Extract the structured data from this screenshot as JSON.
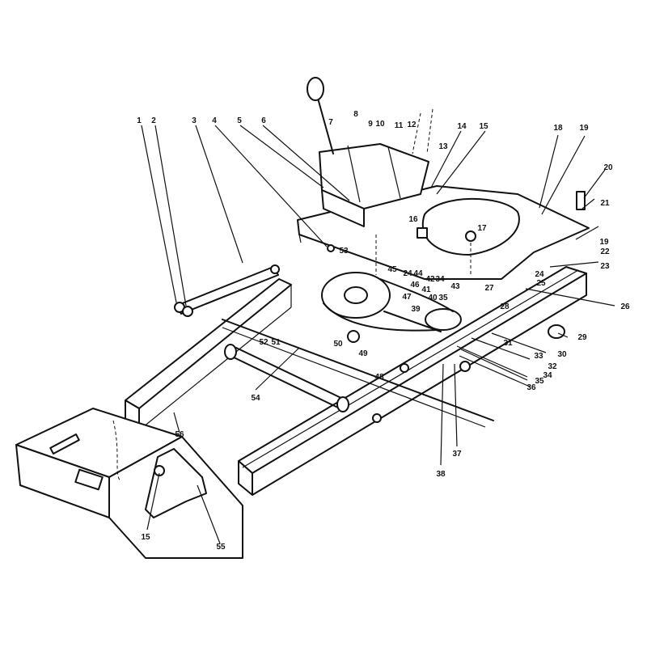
{
  "callouts": [
    {
      "id": "c1",
      "text": "1"
    },
    {
      "id": "c2",
      "text": "2"
    },
    {
      "id": "c3",
      "text": "3"
    },
    {
      "id": "c4",
      "text": "4"
    },
    {
      "id": "c5",
      "text": "5"
    },
    {
      "id": "c6",
      "text": "6"
    },
    {
      "id": "c7",
      "text": "7"
    },
    {
      "id": "c8",
      "text": "8"
    },
    {
      "id": "c9",
      "text": "9"
    },
    {
      "id": "c10",
      "text": "10"
    },
    {
      "id": "c11",
      "text": "11"
    },
    {
      "id": "c12",
      "text": "12"
    },
    {
      "id": "c13",
      "text": "13"
    },
    {
      "id": "c14",
      "text": "14"
    },
    {
      "id": "c15a",
      "text": "15"
    },
    {
      "id": "c15b",
      "text": "15"
    },
    {
      "id": "c16",
      "text": "16"
    },
    {
      "id": "c17",
      "text": "17"
    },
    {
      "id": "c18",
      "text": "18"
    },
    {
      "id": "c19a",
      "text": "19"
    },
    {
      "id": "c19b",
      "text": "19"
    },
    {
      "id": "c20",
      "text": "20"
    },
    {
      "id": "c21",
      "text": "21"
    },
    {
      "id": "c22",
      "text": "22"
    },
    {
      "id": "c23",
      "text": "23"
    },
    {
      "id": "c24a",
      "text": "24"
    },
    {
      "id": "c24b",
      "text": "24"
    },
    {
      "id": "c25",
      "text": "25"
    },
    {
      "id": "c26",
      "text": "26"
    },
    {
      "id": "c27",
      "text": "27"
    },
    {
      "id": "c28",
      "text": "28"
    },
    {
      "id": "c29",
      "text": "29"
    },
    {
      "id": "c30",
      "text": "30"
    },
    {
      "id": "c31",
      "text": "31"
    },
    {
      "id": "c32",
      "text": "32"
    },
    {
      "id": "c33",
      "text": "33"
    },
    {
      "id": "c34a",
      "text": "34"
    },
    {
      "id": "c34b",
      "text": "34"
    },
    {
      "id": "c35a",
      "text": "35"
    },
    {
      "id": "c35b",
      "text": "35"
    },
    {
      "id": "c36",
      "text": "36"
    },
    {
      "id": "c37",
      "text": "37"
    },
    {
      "id": "c38",
      "text": "38"
    },
    {
      "id": "c39",
      "text": "39"
    },
    {
      "id": "c40",
      "text": "40"
    },
    {
      "id": "c41",
      "text": "41"
    },
    {
      "id": "c42",
      "text": "42"
    },
    {
      "id": "c43",
      "text": "43"
    },
    {
      "id": "c44",
      "text": "44"
    },
    {
      "id": "c45",
      "text": "45"
    },
    {
      "id": "c46",
      "text": "46"
    },
    {
      "id": "c47",
      "text": "47"
    },
    {
      "id": "c48",
      "text": "48"
    },
    {
      "id": "c49",
      "text": "49"
    },
    {
      "id": "c50",
      "text": "50"
    },
    {
      "id": "c51",
      "text": "51"
    },
    {
      "id": "c52",
      "text": "52"
    },
    {
      "id": "c53",
      "text": "53"
    },
    {
      "id": "c54",
      "text": "54"
    },
    {
      "id": "c55",
      "text": "55"
    },
    {
      "id": "c56",
      "text": "56"
    }
  ]
}
